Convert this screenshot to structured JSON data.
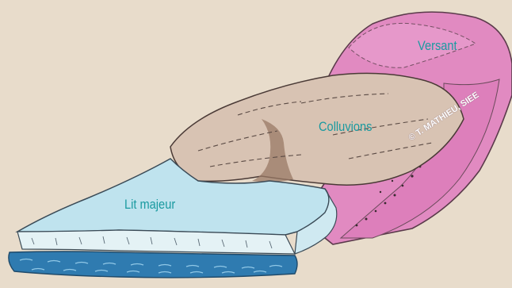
{
  "labels": {
    "versant": "Versant",
    "colluvions": "Colluvions",
    "lit_majeur": "Lit majeur"
  },
  "credit": "© T. MATHIEU, SIEE",
  "colors": {
    "background": "#e8dccb",
    "slope_pink": "#e18ac1",
    "colluvium_beige": "#d8c3b3",
    "floodplain_blue": "#bfe3ee",
    "water_blue": "#2f7bb0",
    "label_teal": "#1a9aa0"
  }
}
